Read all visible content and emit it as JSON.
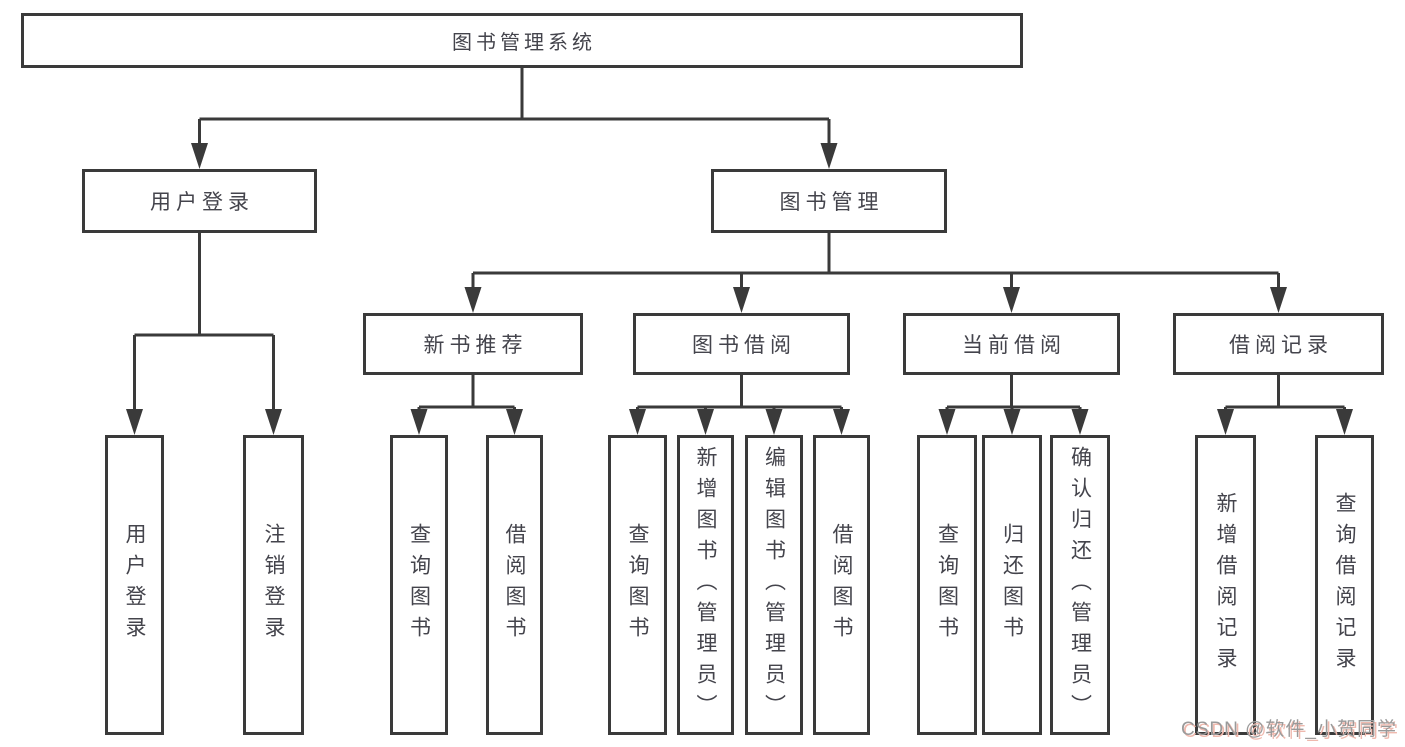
{
  "diagram_type": "hierarchy-tree",
  "tree": {
    "label": "图书管理系统",
    "children": [
      {
        "label": "用户登录",
        "children": [
          {
            "label": "用户登录"
          },
          {
            "label": "注销登录"
          }
        ]
      },
      {
        "label": "图书管理",
        "children": [
          {
            "label": "新书推荐",
            "children": [
              {
                "label": "查询图书"
              },
              {
                "label": "借阅图书"
              }
            ]
          },
          {
            "label": "图书借阅",
            "children": [
              {
                "label": "查询图书"
              },
              {
                "label": "新增图书（管理员）"
              },
              {
                "label": "编辑图书（管理员）"
              },
              {
                "label": "借阅图书"
              }
            ]
          },
          {
            "label": "当前借阅",
            "children": [
              {
                "label": "查询图书"
              },
              {
                "label": "归还图书"
              },
              {
                "label": "确认归还（管理员）"
              }
            ]
          },
          {
            "label": "借阅记录",
            "children": [
              {
                "label": "新增借阅记录"
              },
              {
                "label": "查询借阅记录"
              }
            ]
          }
        ]
      }
    ]
  },
  "watermark": {
    "text": "CSDN @软件_小贺同学"
  },
  "colors": {
    "line": "#3a3a3a",
    "box_border": "#3a3a3a",
    "text": "#44444c",
    "background": "#ffffff",
    "watermark_text": "#9a9a9a",
    "watermark_shadow": "#efb9ae"
  }
}
